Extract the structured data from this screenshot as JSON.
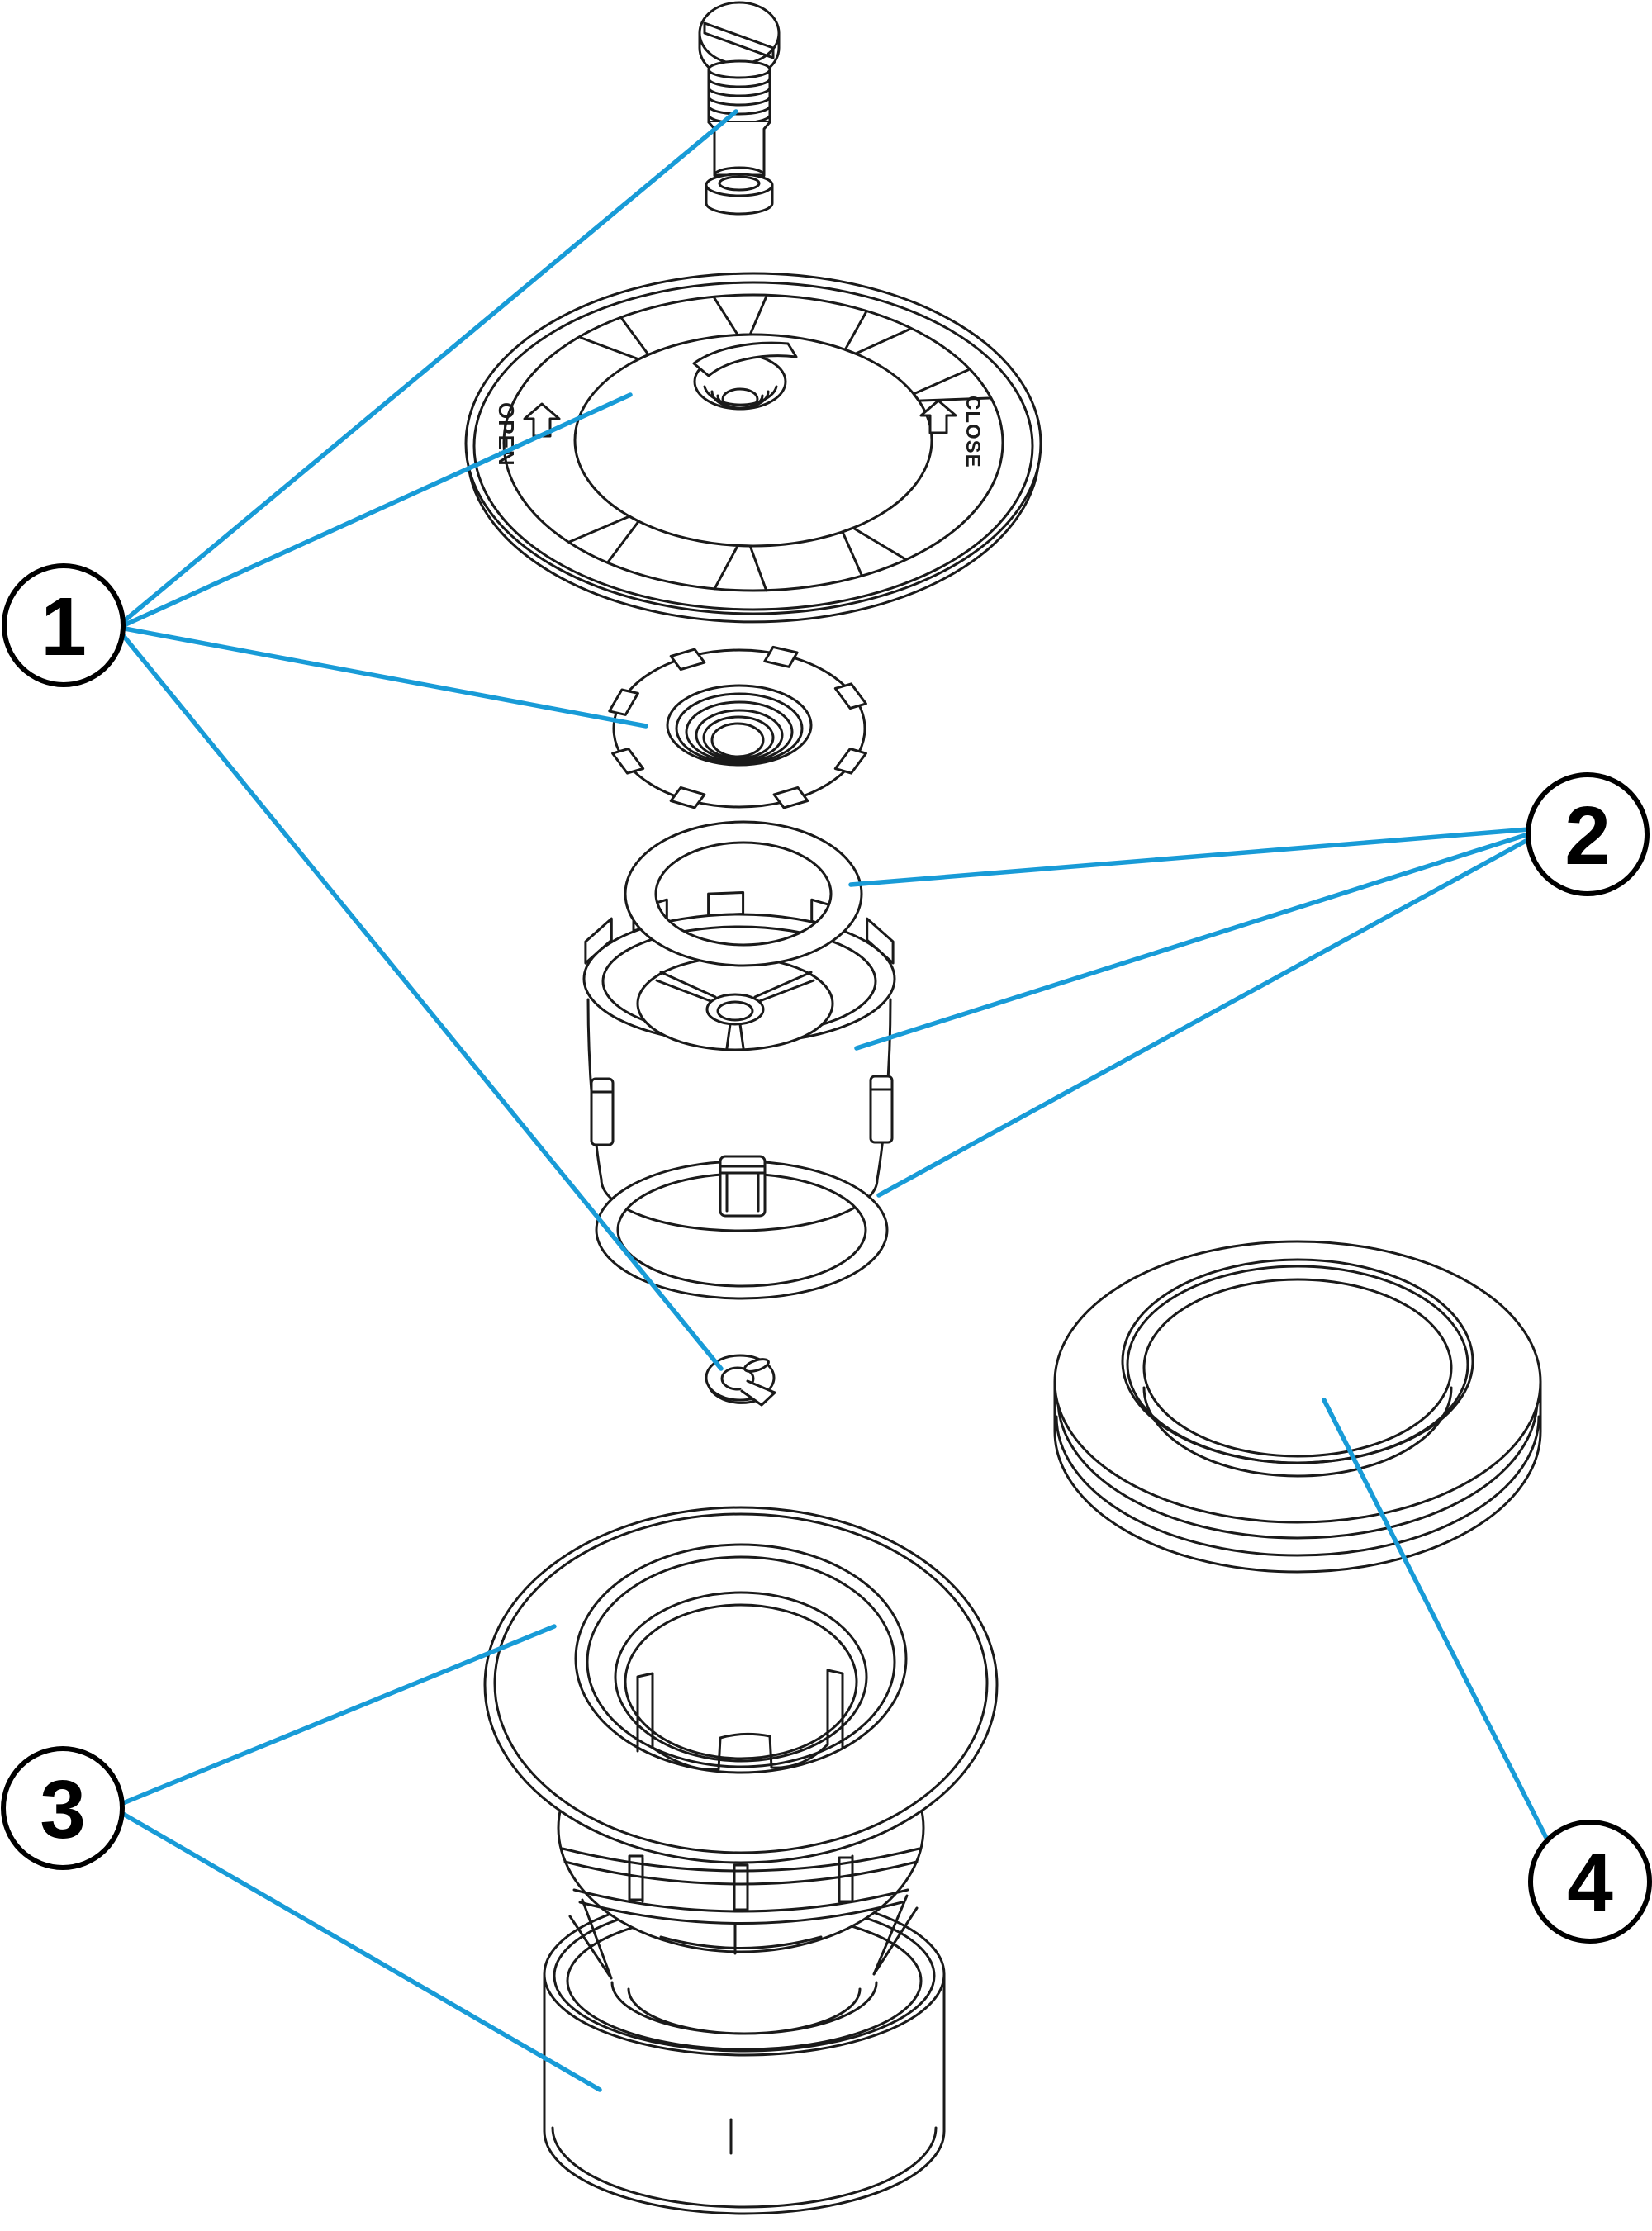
{
  "figure": {
    "type": "exploded-parts-diagram",
    "background_color": "#ffffff",
    "line_color": "#1a1a1a",
    "leader_color": "#189bd7",
    "callouts": [
      {
        "label": "1"
      },
      {
        "label": "2"
      },
      {
        "label": "3"
      },
      {
        "label": "4"
      }
    ],
    "lid_markings": {
      "open": "OPEN",
      "close": "CLOSE"
    }
  }
}
